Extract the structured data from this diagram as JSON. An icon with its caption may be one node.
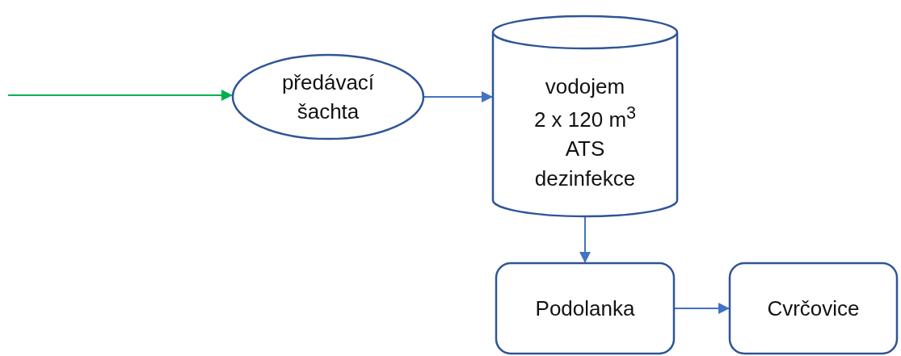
{
  "diagram": {
    "nodes": [
      {
        "text": [
          "předávací šachta"
        ]
      },
      {
        "text": [
          "vodojem",
          "2 x 120 m$^{3}$",
          "ATS",
          "dezinfekce"
        ]
      },
      {
        "text": [
          "Podolanka"
        ]
      },
      {
        "text": [
          "Cvrčovice"
        ]
      }
    ],
    "edges": [
      {
        "from": null,
        "to": 0,
        "arrow": "to",
        "color": "#00b050"
      },
      {
        "from": 0,
        "to": 1,
        "arrow": "to"
      },
      {
        "from": 1,
        "to": 2,
        "arrow": "to"
      },
      {
        "from": 2,
        "to": 3,
        "arrow": "to"
      }
    ]
  }
}
